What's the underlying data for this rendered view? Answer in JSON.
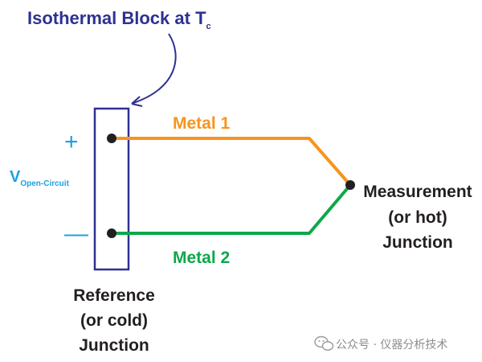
{
  "title": {
    "text": "Isothermal Block at T",
    "subscript": "c",
    "color": "#2E3192"
  },
  "metal1": {
    "label": "Metal 1",
    "color": "#F7941D"
  },
  "metal2": {
    "label": "Metal 2",
    "color": "#0DA84A"
  },
  "voltage": {
    "symbol": "V",
    "subscript": "Open-Circuit",
    "plus": "+",
    "minus": "—",
    "color": "#1BA1E2"
  },
  "reference_junction": {
    "lines": [
      "Reference",
      "(or cold)",
      "Junction"
    ]
  },
  "measurement_junction": {
    "lines": [
      "Measurement",
      "(or hot)",
      "Junction"
    ]
  },
  "block_color": "#2E3192",
  "text_color": "#231F20",
  "watermark": {
    "text": "公众号 · 仪器分析技术",
    "icon": "wechat-icon"
  }
}
